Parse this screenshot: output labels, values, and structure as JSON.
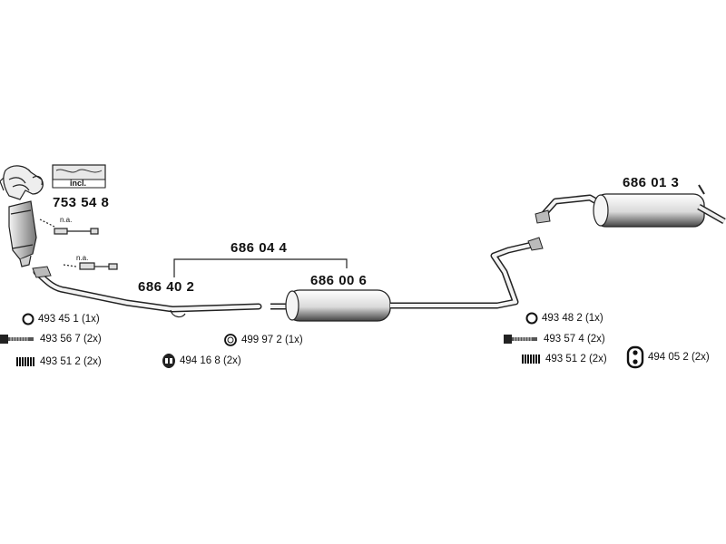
{
  "diagram": {
    "parts": {
      "manifold_kit": "753 54 8",
      "front_pipe": "686 40 2",
      "mid_assembly": "686 04 4",
      "middle_silencer": "686 00 6",
      "rear_silencer": "686 01 3"
    },
    "incl_label": "incl.",
    "na_label_1": "n.a.",
    "na_label_2": "n.a.",
    "hardware": [
      {
        "text": "493 45 1 (1x)",
        "icon": "ring-gasket-icon"
      },
      {
        "text": "493 56 7 (2x)",
        "icon": "bolt-icon"
      },
      {
        "text": "493 51 2 (2x)",
        "icon": "spring-icon"
      },
      {
        "text": "494 16 8 (2x)",
        "icon": "rubber-mount-icon"
      },
      {
        "text": "499 97 2 (1x)",
        "icon": "clamp-ring-icon"
      },
      {
        "text": "493 48 2 (1x)",
        "icon": "ring-gasket-icon"
      },
      {
        "text": "493 57 4 (2x)",
        "icon": "bolt-icon"
      },
      {
        "text": "493 51 2 (2x)",
        "icon": "spring-icon"
      },
      {
        "text": "494 05 2 (2x)",
        "icon": "hanger-icon"
      }
    ]
  }
}
